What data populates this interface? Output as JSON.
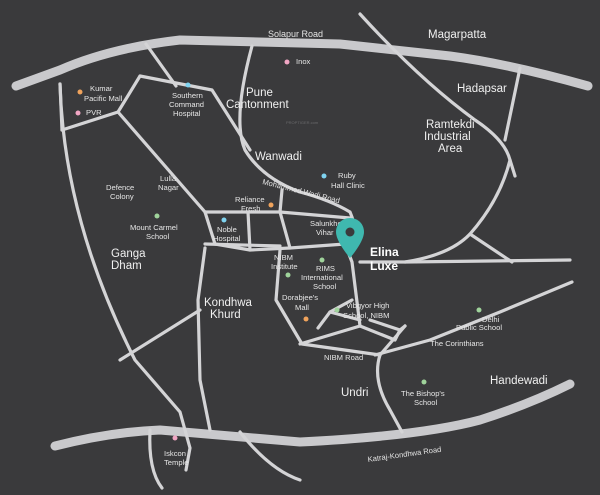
{
  "roads": {
    "solapur": "Solapur Road",
    "mohammed_wadi": "Mohammed Wadi Road",
    "nibm": "NIBM Road",
    "katraj_kondhwa": "Katraj-Kondhwa Road"
  },
  "areas": {
    "magarpatta": "Magarpatta",
    "hadapsar": "Hadapsar",
    "pune_cantonment_1": "Pune",
    "pune_cantonment_2": "Cantonment",
    "ramtekdi_1": "Ramtekdi",
    "ramtekdi_2": "Industrial",
    "ramtekdi_3": "Area",
    "wanwadi": "Wanwadi",
    "ganga_dham_1": "Ganga",
    "ganga_dham_2": "Dham",
    "kondhwa_khurd_1": "Kondhwa",
    "kondhwa_khurd_2": "Khurd",
    "undri": "Undri",
    "handewadi": "Handewadi"
  },
  "pois": {
    "inox": "Inox",
    "kumar_pacific_1": "Kumar",
    "kumar_pacific_2": "Pacific Mall",
    "pvr": "PVR",
    "southern_command_1": "Southern",
    "southern_command_2": "Command",
    "southern_command_3": "Hospital",
    "ruby_hall_1": "Ruby",
    "ruby_hall_2": "Hall Clinic",
    "lulla_nagar_1": "Lulla",
    "lulla_nagar_2": "Nagar",
    "defence_colony_1": "Defence",
    "defence_colony_2": "Colony",
    "reliance_fresh_1": "Reliance",
    "reliance_fresh_2": "Fresh",
    "salunkhe_vihar_1": "Salunkhe",
    "salunkhe_vihar_2": "Vihar",
    "mount_carmel_1": "Mount Carmel",
    "mount_carmel_2": "School",
    "noble_hospital_1": "Noble",
    "noble_hospital_2": "Hospital",
    "nibm_institute_1": "NIBM",
    "nibm_institute_2": "Institute",
    "rims_school_1": "RIMS",
    "rims_school_2": "International",
    "rims_school_3": "School",
    "dorabjees_1": "Dorabjee's",
    "dorabjees_2": "Mall",
    "vibgyor_1": "Vibgyor High",
    "vibgyor_2": "School, NIBM",
    "delhi_public_1": "Delhi",
    "delhi_public_2": "Public School",
    "corinthians": "The Corinthians",
    "bishops_1": "The Bishop's",
    "bishops_2": "School",
    "iskcon_1": "Iskcon",
    "iskcon_2": "Temple"
  },
  "project": {
    "line1": "Elina",
    "line2": "Luxe"
  },
  "watermark": "PROPTIGER.com",
  "colors": {
    "background": "#3a3a3c",
    "road_major": "#c9c9cc",
    "road_minor": "#d4d4d6",
    "marker": "#3fb8af",
    "dot_pink": "#f1a6c4",
    "dot_orange": "#f0a35c",
    "dot_blue": "#7fd3f0",
    "dot_green": "#9fd39b"
  }
}
